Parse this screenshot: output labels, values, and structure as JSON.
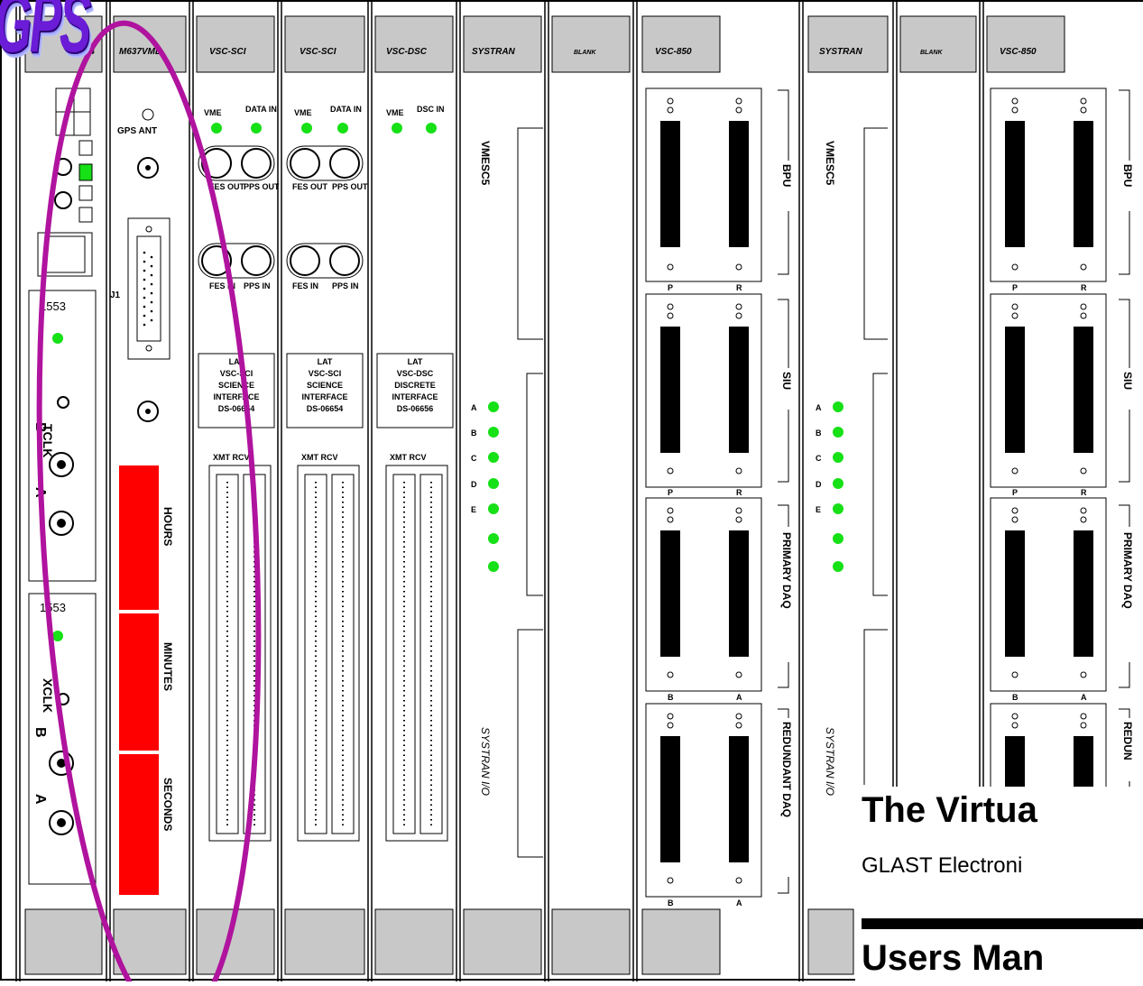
{
  "logo": {
    "text": "GPS"
  },
  "slots": [
    {
      "header": "-4"
    },
    {
      "header": "M637VME"
    },
    {
      "header": "VSC-SCI"
    },
    {
      "header": "VSC-SCI"
    },
    {
      "header": "VSC-DSC"
    },
    {
      "header": "SYSTRAN"
    },
    {
      "header": "BLANK"
    },
    {
      "header": "VSC-850"
    },
    {
      "header": "SYSTRAN"
    },
    {
      "header": "BLANK"
    },
    {
      "header": "VSC-850"
    }
  ],
  "gps_card": {
    "label_1553_a": "1553",
    "label_1553_b": "1553",
    "tclk": "TCLK",
    "xclk": "XCLK",
    "a": "A",
    "b": "B"
  },
  "m637": {
    "gps_ant": "GPS ANT",
    "j1": "J1",
    "hours": "HOURS",
    "minutes": "MINUTES",
    "seconds": "SECONDS"
  },
  "sci": {
    "vme": "VME",
    "data_in": "DATA IN",
    "fes_out": "FES OUT",
    "pps_out": "PPS OUT",
    "fes_in": "FES IN",
    "pps_in": "PPS IN",
    "box": [
      "LAT",
      "VSC-SCI",
      "SCIENCE",
      "INTERFACE",
      "DS-06654"
    ],
    "xmt_rcv": "XMT RCV"
  },
  "dsc": {
    "vme": "VME",
    "dsc_in": "DSC IN",
    "box": [
      "LAT",
      "VSC-DSC",
      "DISCRETE",
      "INTERFACE",
      "DS-06656"
    ],
    "xmt_rcv": "XMT RCV"
  },
  "systran": {
    "vmesc5": "VMESC5",
    "io": "SYSTRAN I/O",
    "leds": [
      "A",
      "B",
      "C",
      "D",
      "E",
      "",
      ""
    ]
  },
  "vsc850": {
    "sections": [
      {
        "name": "BPU",
        "left": "P",
        "right": "R"
      },
      {
        "name": "SIU",
        "left": "P",
        "right": "R"
      },
      {
        "name": "PRIMARY DAQ",
        "left": "B",
        "right": "A"
      },
      {
        "name": "REDUNDANT DAQ",
        "left": "B",
        "right": "A"
      }
    ],
    "redun_partial": "REDUN"
  },
  "document": {
    "title": "The Virtua",
    "subtitle": "GLAST Electroni",
    "manual": "Users Man"
  },
  "colors": {
    "led": "#16e016",
    "display": "#ff0000",
    "ellipse": "#b0139e",
    "logo": "#6a1cd6"
  }
}
